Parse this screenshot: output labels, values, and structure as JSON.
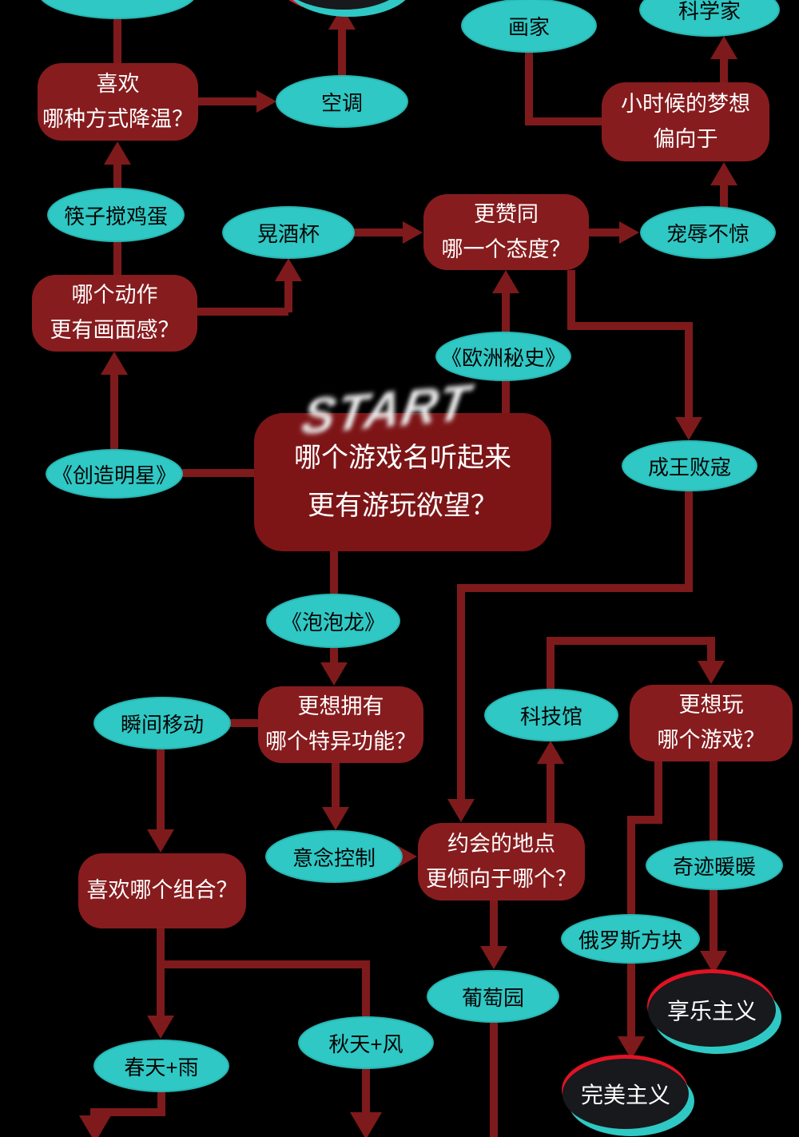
{
  "flowchart": {
    "start_label": "START",
    "questions": {
      "q_cool": {
        "label": "喜欢\n哪种方式降温？"
      },
      "q_dream": {
        "label": "小时候的梦想\n偏向于"
      },
      "q_action": {
        "label": "哪个动作\n更有画面感？"
      },
      "q_attitude": {
        "label": "更赞同\n哪一个态度？"
      },
      "q_game_name": {
        "label": "哪个游戏名听起来\n更有游玩欲望？"
      },
      "q_power": {
        "label": "更想拥有\n哪个特异功能？"
      },
      "q_which_game": {
        "label": "更想玩\n哪个游戏？"
      },
      "q_date": {
        "label": "约会的地点\n更倾向于哪个？"
      },
      "q_combo": {
        "label": "喜欢哪个组合？"
      }
    },
    "answers": {
      "a_ac": {
        "label": "空调"
      },
      "a_painter": {
        "label": "画家"
      },
      "a_scientist": {
        "label": "科学家"
      },
      "a_chopsticks": {
        "label": "筷子搅鸡蛋"
      },
      "a_wine": {
        "label": "晃酒杯"
      },
      "a_calm": {
        "label": "宠辱不惊"
      },
      "a_europe": {
        "label": "《欧洲秘史》"
      },
      "a_star": {
        "label": "《创造明星》"
      },
      "a_king": {
        "label": "成王败寇"
      },
      "a_bubble": {
        "label": "《泡泡龙》"
      },
      "a_teleport": {
        "label": "瞬间移动"
      },
      "a_museum": {
        "label": "科技馆"
      },
      "a_mind": {
        "label": "意念控制"
      },
      "a_nuannuan": {
        "label": "奇迹暖暖"
      },
      "a_tetris": {
        "label": "俄罗斯方块"
      },
      "a_vineyard": {
        "label": "葡萄园"
      },
      "a_spring": {
        "label": "春天+雨"
      },
      "a_autumn": {
        "label": "秋天+风"
      },
      "a_top_cut": {
        "label": ""
      }
    },
    "results": {
      "r_hedonism": {
        "label": "享乐主义"
      },
      "r_perfectionism": {
        "label": "完美主义"
      },
      "r_top_hidden": {
        "label": ""
      }
    },
    "colors": {
      "background": "#000000",
      "question_box": "#871c1e",
      "connector": "#7e1a1b",
      "answer_ellipse": "#2fc8c4",
      "result_fill": "#17191c",
      "result_red_arc": "#e01325",
      "result_cyan_arc": "#2fc8c4",
      "text_on_box": "#ffffff",
      "text_on_ellipse": "#050505"
    }
  }
}
